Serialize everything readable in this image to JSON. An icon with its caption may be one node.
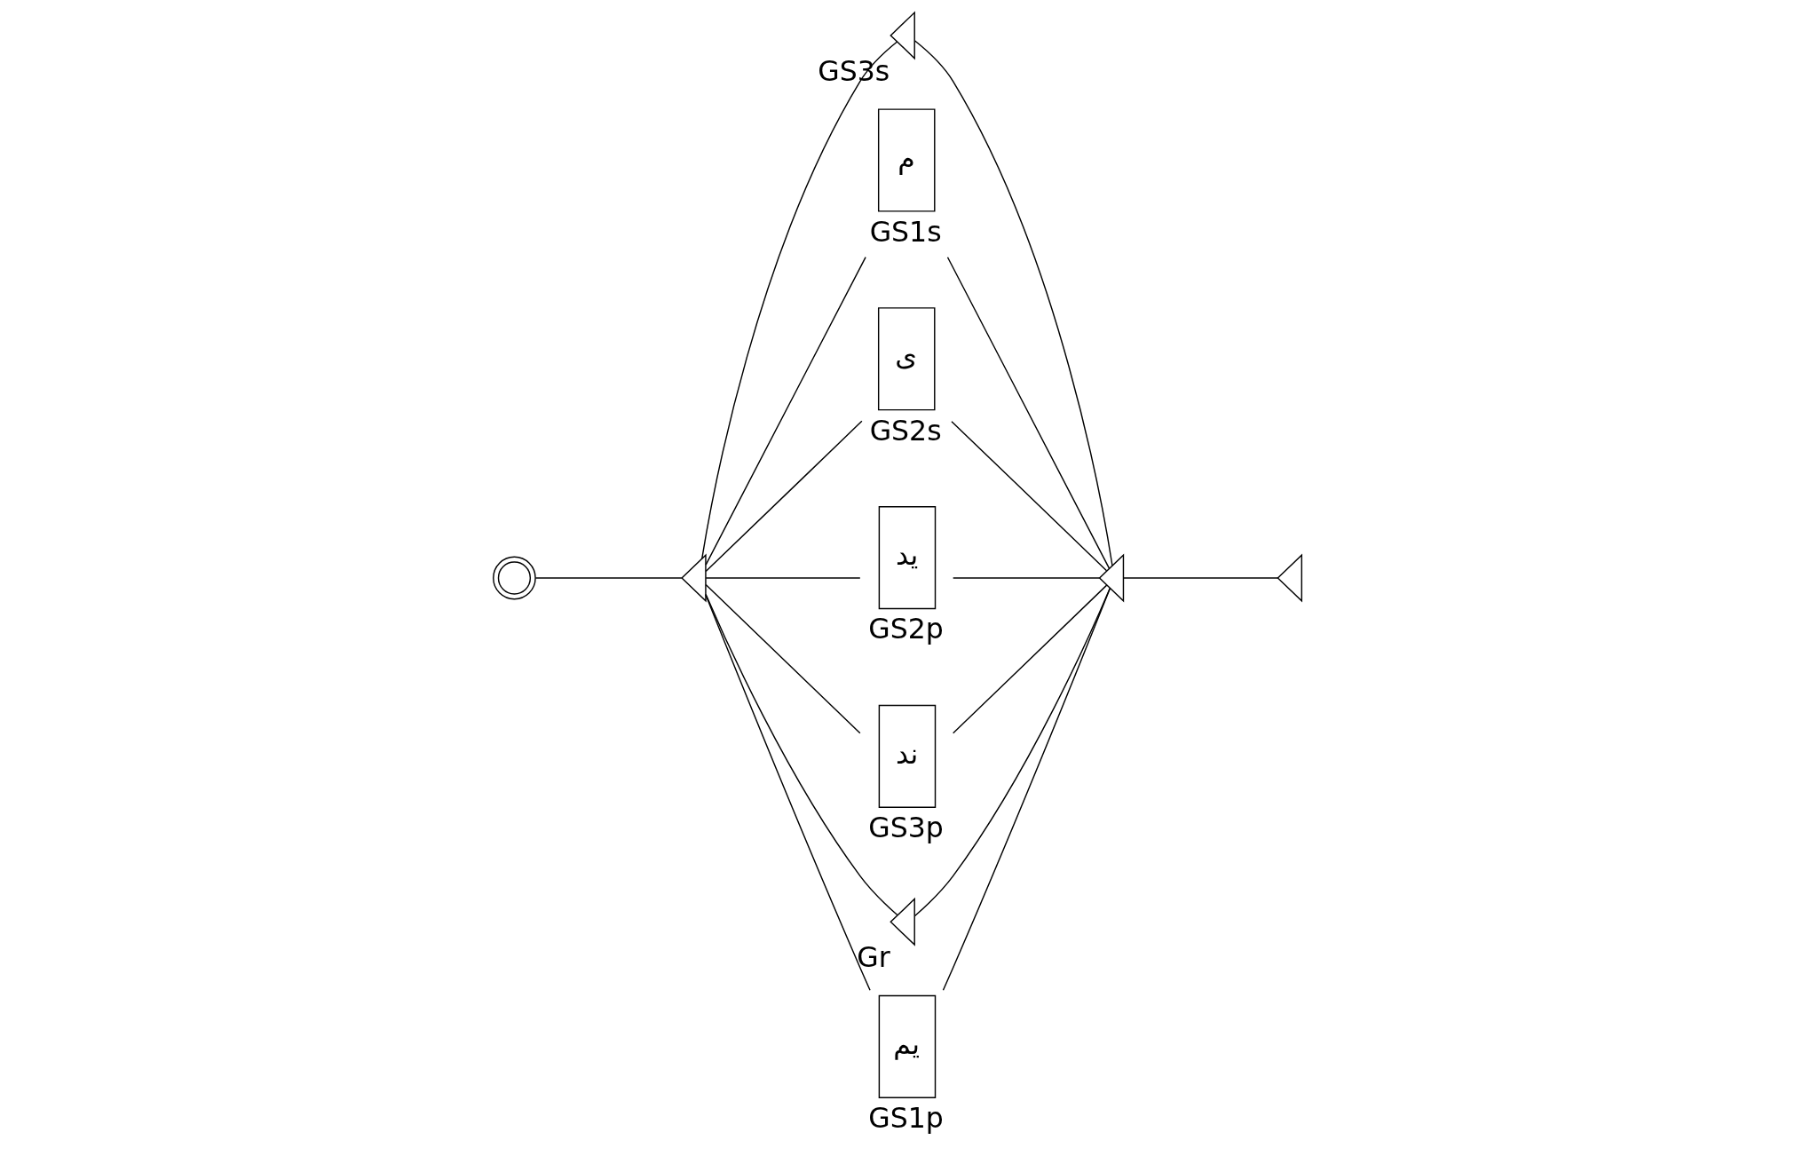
{
  "diagram": {
    "nodes": [
      {
        "text": [],
        "shape": "circle"
      },
      {
        "text": [],
        "shape": "triangle"
      },
      {
        "text": [],
        "shape": "triangle",
        "beside": [
          "GS3s"
        ]
      },
      {
        "text": [
          "م"
        ],
        "beside": [
          "GS1s"
        ]
      },
      {
        "text": [
          "ى"
        ],
        "beside": [
          "GS2s"
        ]
      },
      {
        "text": [
          "يد"
        ],
        "beside": [
          "GS2p"
        ]
      },
      {
        "text": [
          "ند"
        ],
        "beside": [
          "GS3p"
        ]
      },
      {
        "text": [],
        "shape": "triangle",
        "beside": [
          "Gr"
        ]
      },
      {
        "text": [
          "يم"
        ],
        "beside": [
          "GS1p"
        ]
      },
      {
        "text": [],
        "shape": "triangle"
      },
      {
        "text": [],
        "shape": "triangle"
      }
    ],
    "edges": [
      {
        "from": 0,
        "to": 1,
        "arrow": "none"
      },
      {
        "from": 1,
        "to": 2,
        "arrow": "none"
      },
      {
        "from": 1,
        "to": 3,
        "arrow": "none"
      },
      {
        "from": 1,
        "to": 4,
        "arrow": "none"
      },
      {
        "from": 1,
        "to": 5,
        "arrow": "none"
      },
      {
        "from": 1,
        "to": 6,
        "arrow": "none"
      },
      {
        "from": 1,
        "to": 7,
        "arrow": "none"
      },
      {
        "from": 1,
        "to": 8,
        "arrow": "none"
      },
      {
        "from": 2,
        "to": 9,
        "arrow": "none"
      },
      {
        "from": 3,
        "to": 9,
        "arrow": "none"
      },
      {
        "from": 4,
        "to": 9,
        "arrow": "none"
      },
      {
        "from": 5,
        "to": 9,
        "arrow": "none"
      },
      {
        "from": 6,
        "to": 9,
        "arrow": "none"
      },
      {
        "from": 7,
        "to": 9,
        "arrow": "none"
      },
      {
        "from": 8,
        "to": 9,
        "arrow": "none"
      },
      {
        "from": 9,
        "to": 10,
        "arrow": "none"
      }
    ]
  }
}
